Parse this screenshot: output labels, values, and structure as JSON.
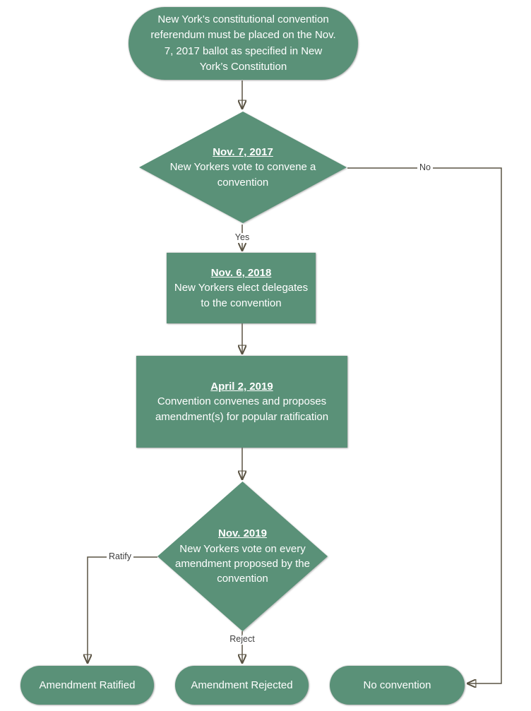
{
  "colors": {
    "shape_fill": "#5A9178",
    "shape_text": "#FFFFFF",
    "connector": "#5A5343",
    "edge_label_text": "#3E3E3E",
    "background": "#FFFFFF"
  },
  "nodes": {
    "start": {
      "type": "terminator",
      "text": "New York’s constitutional convention referendum must be placed on the Nov. 7, 2017 ballot as specified in New York’s Constitution"
    },
    "decision_convene": {
      "type": "decision",
      "date": "Nov. 7, 2017",
      "text": "New Yorkers vote to convene a convention"
    },
    "elect_delegates": {
      "type": "process",
      "date": "Nov. 6, 2018",
      "text": "New Yorkers elect delegates to the convention"
    },
    "convention_convenes": {
      "type": "process",
      "date": "April 2, 2019",
      "text": "Convention convenes and proposes amendment(s) for popular ratification"
    },
    "decision_amendments": {
      "type": "decision",
      "date": "Nov. 2019",
      "text": "New Yorkers vote on every amendment proposed by the convention"
    },
    "amendment_ratified": {
      "type": "terminator",
      "text": "Amendment Ratified"
    },
    "amendment_rejected": {
      "type": "terminator",
      "text": "Amendment Rejected"
    },
    "no_convention": {
      "type": "terminator",
      "text": "No convention"
    }
  },
  "edge_labels": {
    "yes": "Yes",
    "no": "No",
    "ratify": "Ratify",
    "reject": "Reject"
  }
}
